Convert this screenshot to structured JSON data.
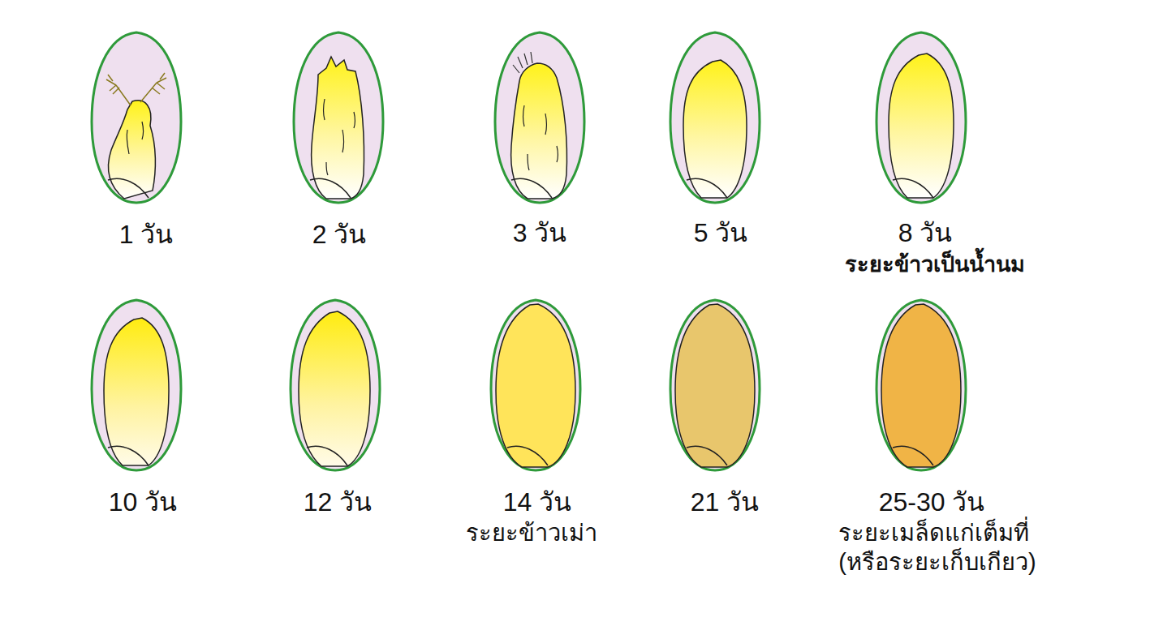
{
  "diagram": {
    "labels": [
      "1 วัน",
      "2 วัน",
      "3 วัน",
      "5 วัน",
      "8 วัน",
      "ระยะข้าวเป็นน้ำนม",
      "10 วัน",
      "12 วัน",
      "14 วัน",
      "ระยะข้าวเม่า",
      "21 วัน",
      "25-30 วัน",
      "ระยะเมล็ดแก่เต็มที่",
      "(หรือระยะเก็บเกียว)"
    ]
  }
}
